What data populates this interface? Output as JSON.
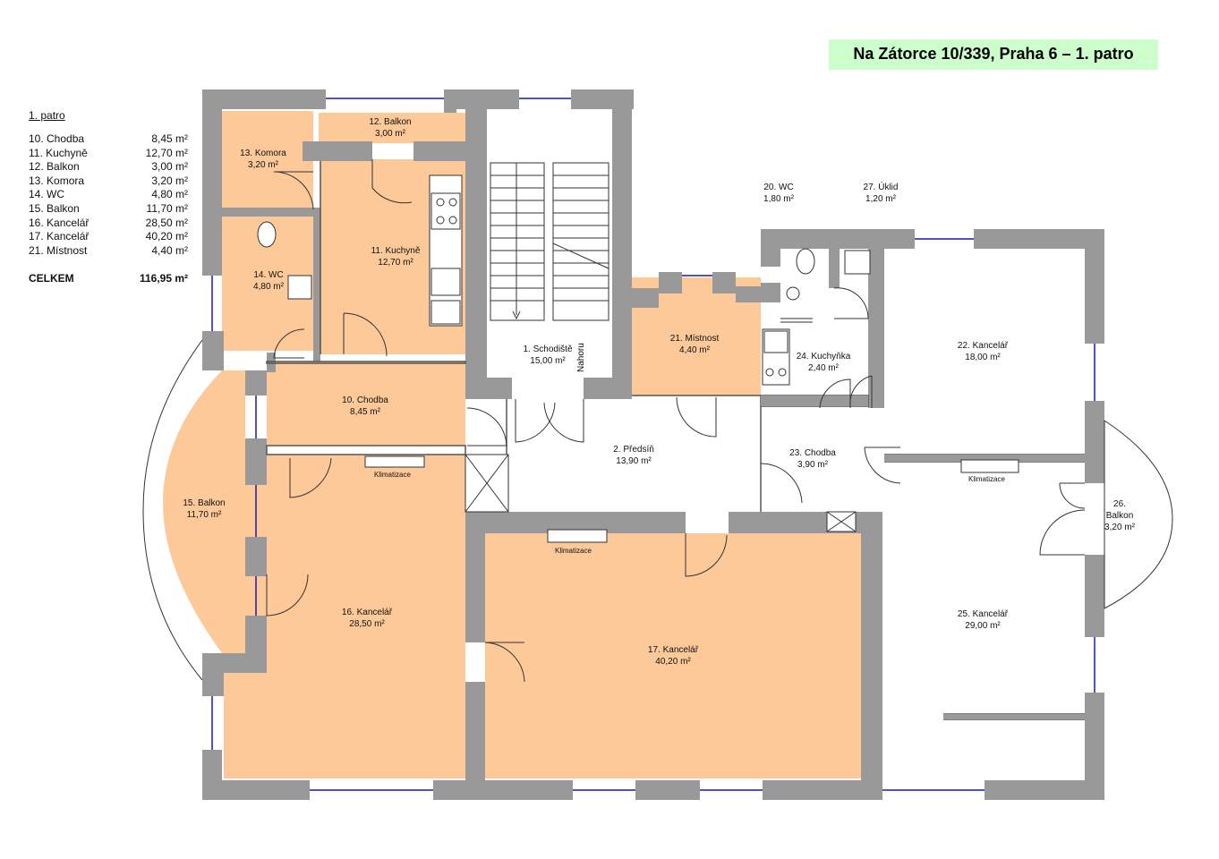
{
  "title": "Na Zátorce 10/339, Praha 6 – 1. patro",
  "colors": {
    "title_bg": "#ccffcc",
    "room_fill": "#fdc998",
    "wall": "#999999",
    "window": "#1a1aa6"
  },
  "legend": {
    "heading": "1. patro",
    "rows": [
      {
        "name": "10. Chodba",
        "area": "8,45 m²"
      },
      {
        "name": "11. Kuchyně",
        "area": "12,70 m²"
      },
      {
        "name": "12. Balkon",
        "area": "3,00 m²"
      },
      {
        "name": "13. Komora",
        "area": "3,20 m²"
      },
      {
        "name": "14. WC",
        "area": "4,80 m²"
      },
      {
        "name": "15. Balkon",
        "area": "11,70 m²"
      },
      {
        "name": "16. Kancelář",
        "area": "28,50 m²"
      },
      {
        "name": "17. Kancelář",
        "area": "40,20 m²"
      },
      {
        "name": "21. Místnost",
        "area": "4,40 m²"
      }
    ],
    "total_label": "CELKEM",
    "total_area": "116,95 m²"
  },
  "rooms": {
    "r1": {
      "name": "1. Schodiště",
      "area": "15,00 m²"
    },
    "r2": {
      "name": "2. Předsíň",
      "area": "13,90 m²"
    },
    "r10": {
      "name": "10. Chodba",
      "area": "8,45 m²"
    },
    "r11": {
      "name": "11. Kuchyně",
      "area": "12,70 m²"
    },
    "r12": {
      "name": "12. Balkon",
      "area": "3,00 m²"
    },
    "r13": {
      "name": "13. Komora",
      "area": "3,20 m²"
    },
    "r14": {
      "name": "14. WC",
      "area": "4,80 m²"
    },
    "r15": {
      "name": "15. Balkon",
      "area": "11,70 m²"
    },
    "r16": {
      "name": "16. Kancelář",
      "area": "28,50 m²"
    },
    "r17": {
      "name": "17. Kancelář",
      "area": "40,20 m²"
    },
    "r20": {
      "name": "20. WC",
      "area": "1,80 m²"
    },
    "r21": {
      "name": "21. Místnost",
      "area": "4,40 m²"
    },
    "r22": {
      "name": "22. Kancelář",
      "area": "18,00 m²"
    },
    "r23": {
      "name": "23. Chodba",
      "area": "3,90 m²"
    },
    "r24": {
      "name": "24. Kuchyňka",
      "area": "2,40 m²"
    },
    "r25": {
      "name": "25. Kancelář",
      "area": "29,00 m²"
    },
    "r26": {
      "name": "26.",
      "name2": "Balkon",
      "area": "3,20 m²"
    },
    "r27": {
      "name": "27. Úklid",
      "area": "1,20 m²"
    }
  },
  "labels": {
    "klimatizace": "Klimatizace",
    "nahoru": "Nahoru"
  }
}
